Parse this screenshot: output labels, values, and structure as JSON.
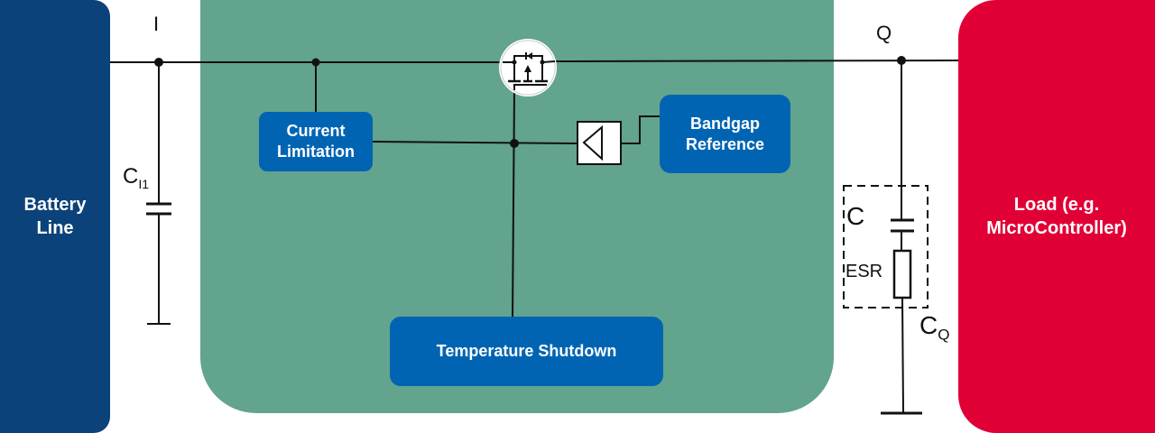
{
  "blocks": {
    "battery": "Battery Line",
    "load": "Load (e.g. MicroController)",
    "current_limitation": "Current Limitation",
    "bandgap_reference": "Bandgap Reference",
    "temperature_shutdown": "Temperature Shutdown"
  },
  "labels": {
    "input_node": "I",
    "output_node": "Q",
    "input_cap_main": "C",
    "input_cap_sub": "I1",
    "cap": "C",
    "esr": "ESR",
    "output_cap_main": "C",
    "output_cap_sub": "Q"
  },
  "colors": {
    "battery": "#0b4279",
    "load": "#e10035",
    "ldo_body": "#62a48e",
    "function_block": "#0064b3"
  }
}
